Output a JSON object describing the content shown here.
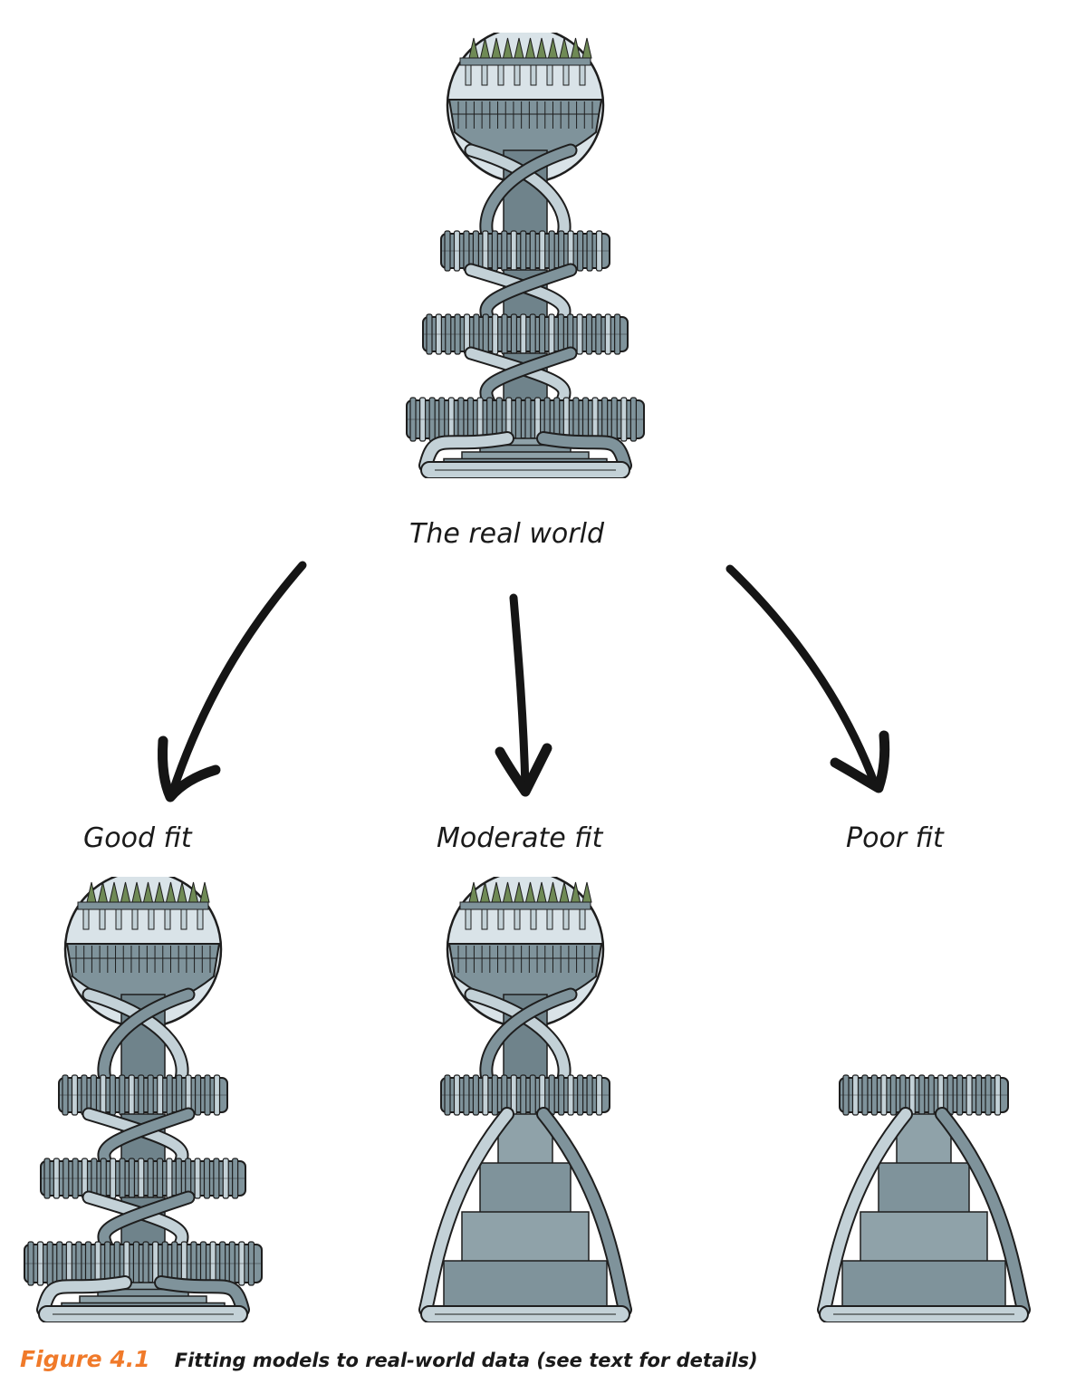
{
  "diagram": {
    "top_label": "The real world",
    "fits": [
      {
        "label": "Good fit",
        "tiers": 3
      },
      {
        "label": "Moderate fit",
        "tiers": 1
      },
      {
        "label": "Poor fit",
        "tiers": 1
      }
    ]
  },
  "caption": {
    "figure_number": "Figure 4.1",
    "text": "Fitting models to real-world data (see text for details)"
  },
  "colors": {
    "structure": "#7f939b",
    "structure_light": "#c3d1d7",
    "ink": "#1e1e1e",
    "sphere": "#d9e3e8",
    "trees": "#6f8a55",
    "accent": "#f07a2a"
  }
}
